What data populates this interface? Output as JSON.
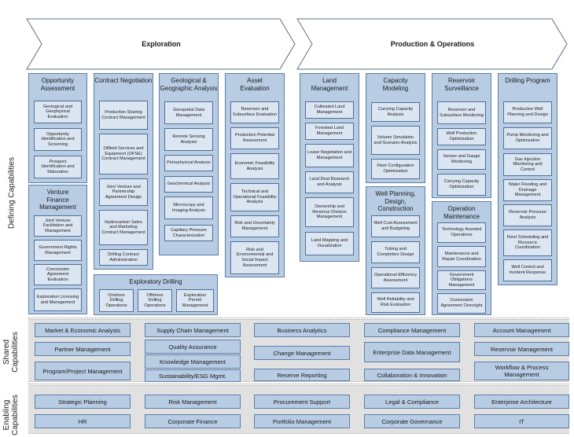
{
  "phases": [
    "Exploration",
    "Production & Operations"
  ],
  "side_labels": {
    "defining": "Defining Capabilities",
    "shared": "Shared Capabilities",
    "enabling": "Enabling Capabilities"
  },
  "groups": {
    "opportunity": {
      "title": "Opportunity Assessment",
      "items": [
        "Geological and Geophysical Evaluation",
        "Opportunity Identification and Screening",
        "Prospect Identification and Maturation"
      ]
    },
    "venture": {
      "title": "Venture Finance Management",
      "items": [
        "Joint Venture Facilitation and Management",
        "Government Rights Management",
        "Concession Agreement Evaluation",
        "Exploration Licensing and Management"
      ]
    },
    "contract": {
      "title": "Contract Negotiation",
      "items": [
        "Production Sharing Contract Management",
        "Oilfield Services and Equipment (OFSE) Contract Management",
        "Joint Venture and Partnership Agreement Design",
        "Hydrocarbon Sales and Marketing Contract Management",
        "Drilling Contract Administration"
      ]
    },
    "geological": {
      "title": "Geological & Geographic Analysis",
      "items": [
        "Geospatial Data Management",
        "Remote Sensing Analysis",
        "Petrophysical Analysis",
        "Geochemical Analysis",
        "Microscopy and Imaging Analysis",
        "Capillary Pressure Characterization"
      ]
    },
    "asset": {
      "title": "Asset Evaluation",
      "items": [
        "Reservoir and Subsurface Evaluation",
        "Production Potential Assessment",
        "Economic Feasibility Analysis",
        "Technical and Operational Feasibility Analysis",
        "Risk and Uncertainty Management",
        "Risk and Environmental and Social Impact Assessment"
      ]
    },
    "drilling_expl": {
      "title": "Exploratory Drilling",
      "items": [
        "Onshore Drilling Operations",
        "Offshore Drilling Operations",
        "Exploration Permit Management"
      ]
    },
    "land": {
      "title": "Land Management",
      "items": [
        "Cultivated Land Management",
        "Forested Land Management",
        "Lease Negotiation and Management",
        "Land Deal Research and Analysis",
        "Ownership and Revenue Division Management",
        "Land Mapping and Visualization"
      ]
    },
    "capacity": {
      "title": "Capacity Modeling",
      "items": [
        "Carrying Capacity Analysis",
        "Volume Simulation and Scenario Analysis",
        "Fleet Configuration Optimization"
      ]
    },
    "wellplan": {
      "title": "Well Planning, Design, Construction",
      "items": [
        "Well Cost Assessment and Budgeting",
        "Tubing and Completion Design",
        "Operational Efficiency Assessment",
        "Well Reliability and Risk Evaluation"
      ]
    },
    "reservoir": {
      "title": "Reservoir Surveillance",
      "items": [
        "Reservoir and Subsurface Monitoring",
        "Well Production Optimization",
        "Sensor and Gauge Monitoring",
        "Carrying Capacity Optimization"
      ]
    },
    "opmaint": {
      "title": "Operation Maintenance",
      "items": [
        "Technology Assisted Operations",
        "Maintenance and Repair Coordination",
        "Government Obligations Management",
        "Concession Agreement Oversight"
      ]
    },
    "drillprog": {
      "title": "Drilling Program",
      "items": [
        "Production Well Planning and Design",
        "Pump Monitoring and Optimization",
        "Gas Injection Monitoring and Control",
        "Water Flooding and Drainage Management",
        "Reservoir Pressure Analysis",
        "Fleet Scheduling and Resource Coordination",
        "Well Control and Incident Response"
      ]
    }
  },
  "shared": {
    "c1": [
      "Market & Economic Analysis",
      "Partner Management",
      "Program/Project Management"
    ],
    "c2": [
      "Supply Chain Management",
      "Quality Assurance",
      "Knowledge Management",
      "Sustainability/ESG Mgmt."
    ],
    "c3": [
      "Business Analytics",
      "Change Management",
      "Reserve Reporting"
    ],
    "c4": [
      "Compliance Management",
      "Enterprise Data Management",
      "Collaboration & Innovation"
    ],
    "c5": [
      "Account Management",
      "Reservoir Management",
      "Workflow & Process Management"
    ]
  },
  "enabling": {
    "row1": [
      "Strategic Planning",
      "Risk Management",
      "Procurement Support",
      "Legal & Compliance",
      "Enterprise Architecture"
    ],
    "row2": [
      "HR",
      "Corporate Finance",
      "Portfolio Management",
      "Corporate Governance",
      "IT"
    ]
  },
  "colors": {
    "group_fill": "#b8cce4",
    "cell_fill": "#dce6f2",
    "border": "#4f6f95",
    "band": "#e1e1e1"
  }
}
